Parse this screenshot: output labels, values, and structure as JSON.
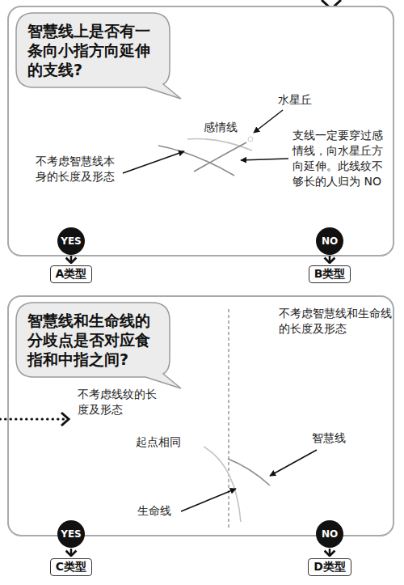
{
  "diagram": {
    "nodes": [
      {
        "text": [
          "智慧线上是否有一条向小指方向延伸的支线?"
        ]
      },
      {
        "text": [
          "YES"
        ]
      },
      {
        "text": [
          "NO"
        ]
      },
      {
        "text": [
          "A类型"
        ]
      },
      {
        "text": [
          "B类型"
        ]
      },
      {
        "text": [
          "智慧线和生命线的分歧点是否对应食指和中指之间?"
        ]
      },
      {
        "text": [
          "YES"
        ]
      },
      {
        "text": [
          "NO"
        ]
      },
      {
        "text": [
          "C类型"
        ]
      },
      {
        "text": [
          "D类型"
        ]
      }
    ],
    "edges": [
      {
        "from": 1,
        "to": 3,
        "arrow": "to"
      },
      {
        "from": 2,
        "to": 4,
        "arrow": "to"
      },
      {
        "from": 6,
        "to": 8,
        "arrow": "to"
      },
      {
        "from": 7,
        "to": 9,
        "arrow": "to"
      }
    ],
    "labels": [
      "水星丘",
      "感情线",
      "支线一定要穿过感情线，向水星丘方向延伸。此线纹不够长的人归为 NO",
      "不考虑智慧线本身的长度及形态",
      "不考虑智慧线和生命线的长度及形态",
      "不考虑线纹的长度及形态",
      "起点相同",
      "智慧线",
      "生命线"
    ]
  }
}
